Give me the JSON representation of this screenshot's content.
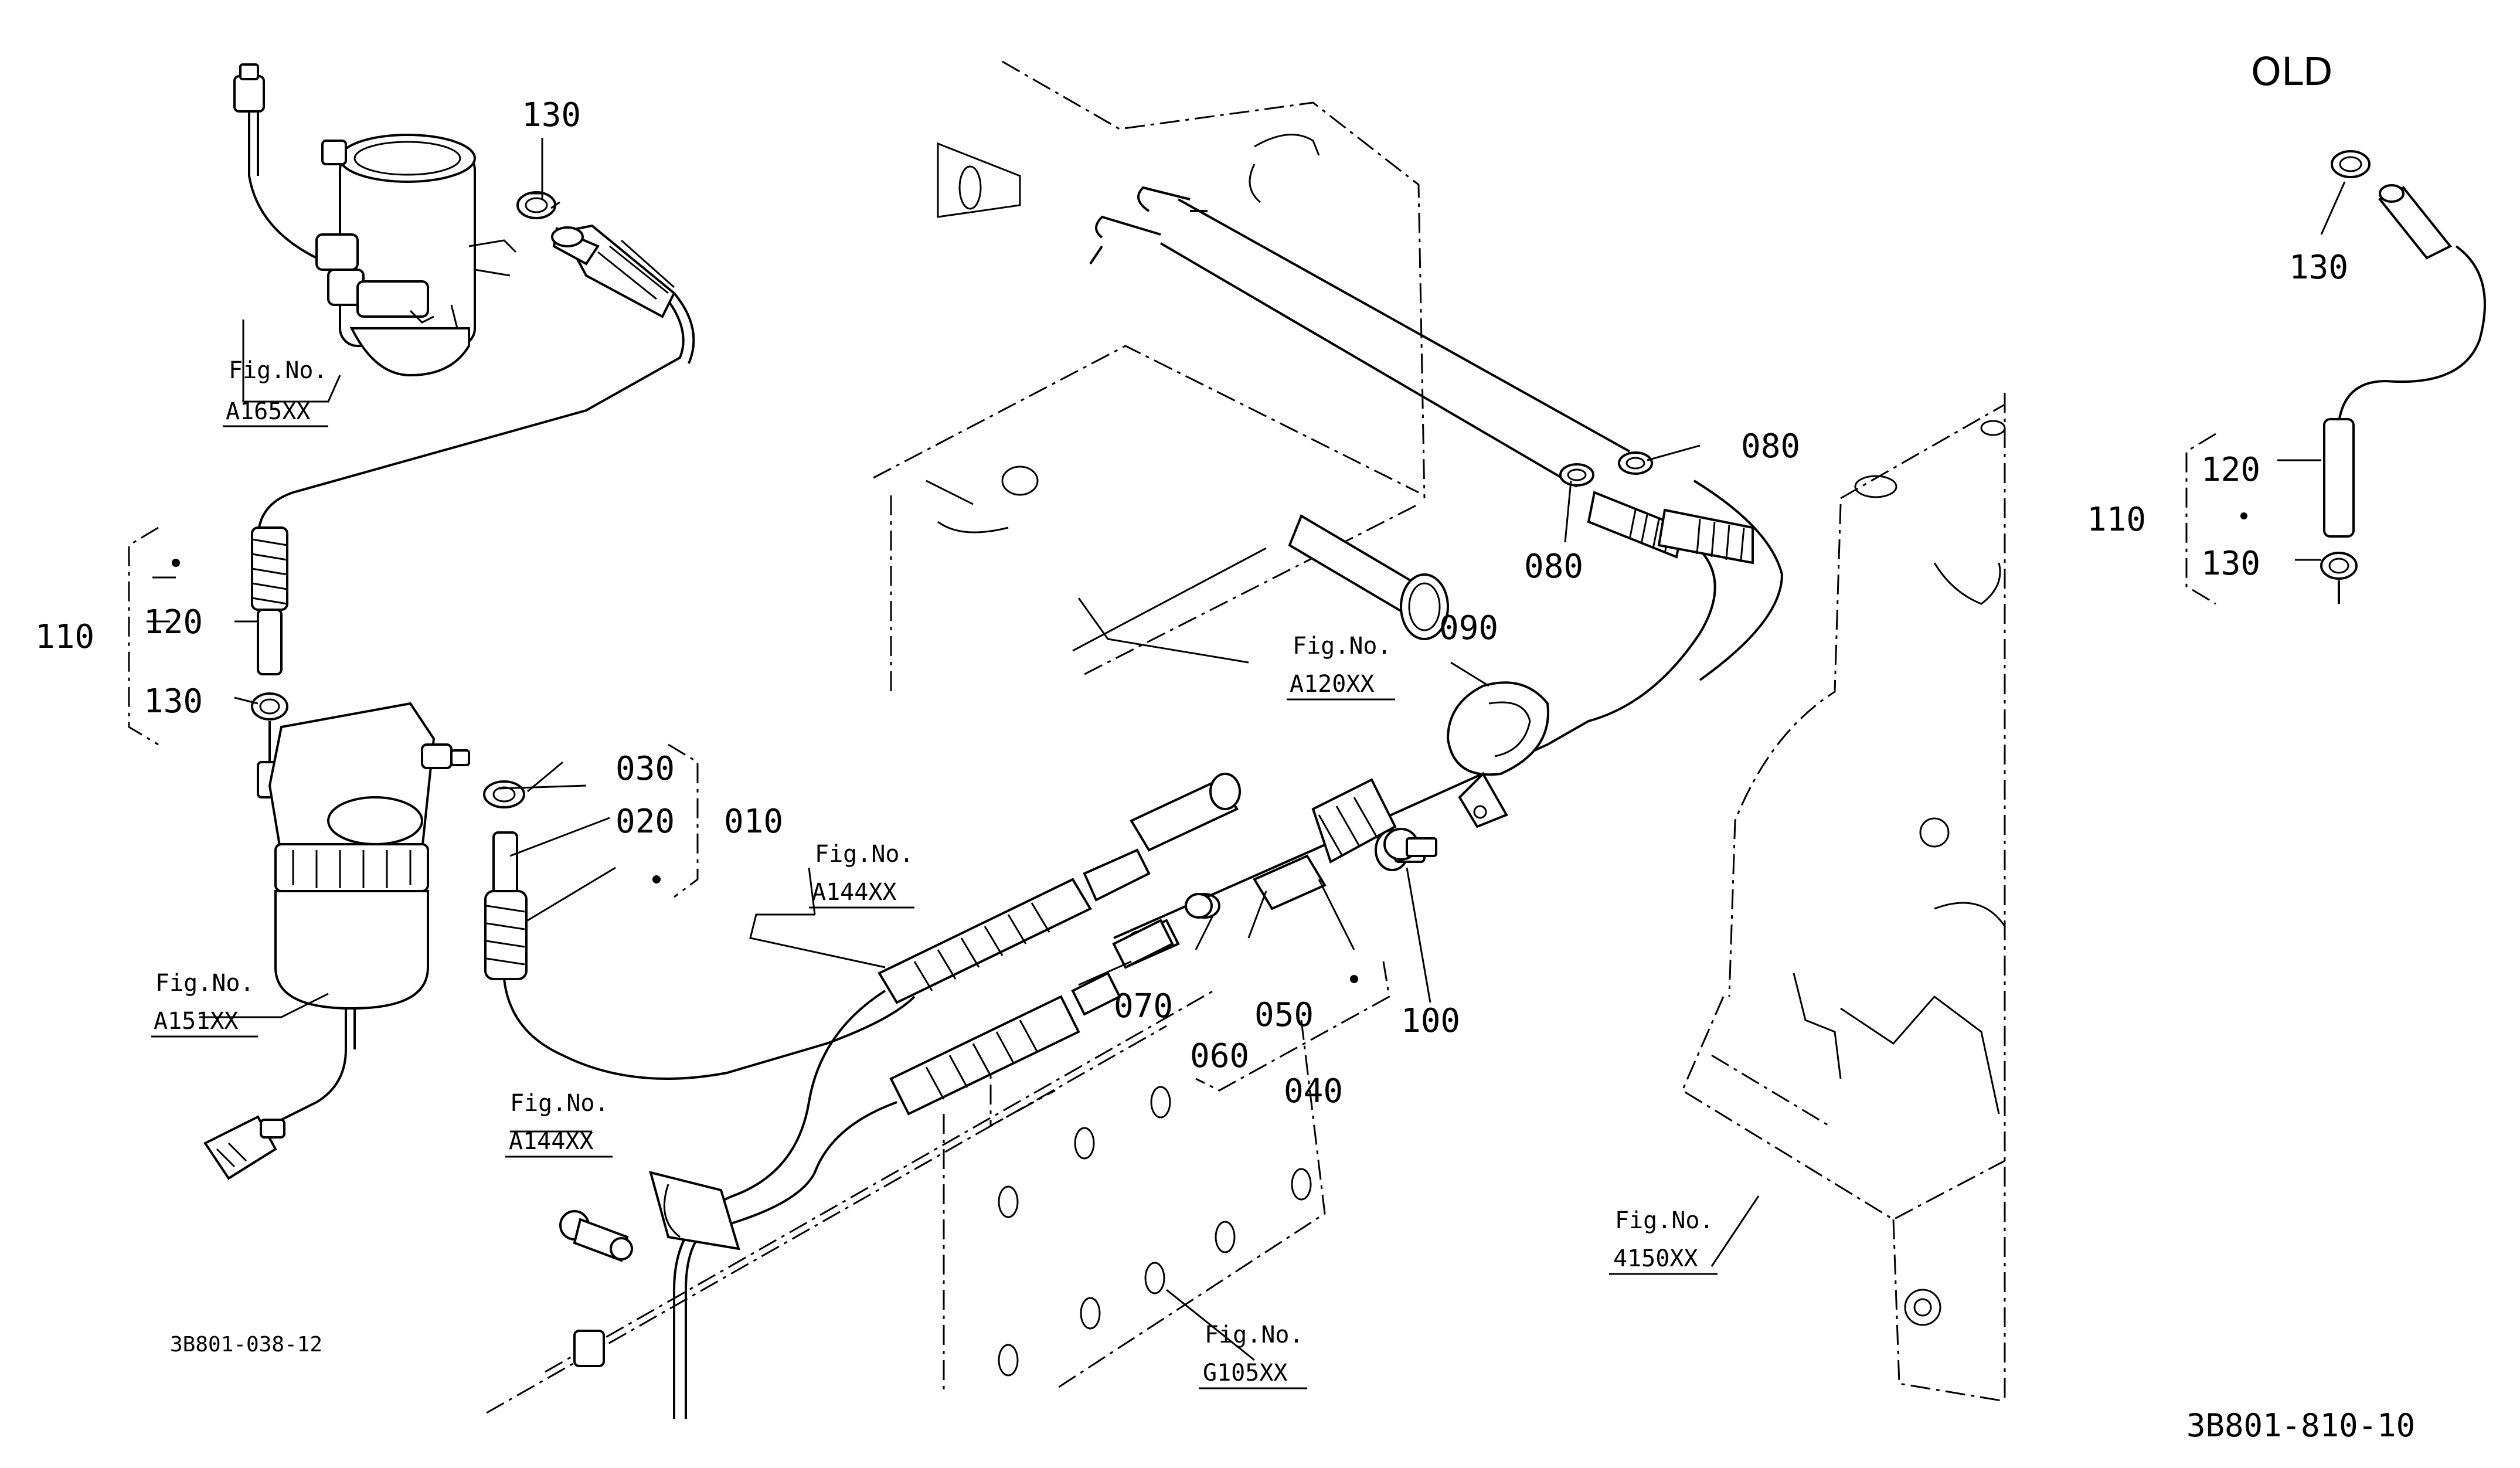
{
  "diagram": {
    "title": "OLD",
    "drawing_codes": {
      "left": "3B801-038-12",
      "right": "3B801-810-10"
    },
    "callouts": {
      "c130_top": "130",
      "c110_left": "110",
      "c120_left": "120",
      "c130_left": "130",
      "c030": "030",
      "c020": "020",
      "c010": "010",
      "c070": "070",
      "c060": "060",
      "c050": "050",
      "c040": "040",
      "c100": "100",
      "c090": "090",
      "c080_a": "080",
      "c080_b": "080",
      "c130_old": "130",
      "c120_old": "120",
      "c110_old": "110",
      "c130_old2": "130"
    },
    "figure_refs": {
      "label": "Fig.No.",
      "a165": "A165XX",
      "a151": "A151XX",
      "a144_1": "A144XX",
      "a144_2": "A144XX",
      "a120": "A120XX",
      "f4150": "4150XX",
      "g105": "G105XX"
    }
  }
}
